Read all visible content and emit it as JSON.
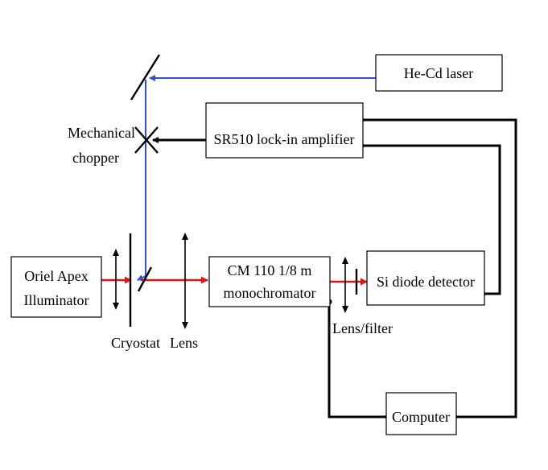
{
  "blocks": {
    "laser": "He-Cd laser",
    "lockin": "SR510 lock-in amplifier",
    "illuminator_l1": "Oriel Apex",
    "illuminator_l2": "Illuminator",
    "mono_l1": "CM 110 1/8 m",
    "mono_l2": "monochromator",
    "detector": "Si diode detector",
    "computer": "Computer"
  },
  "labels": {
    "chopper_l1": "Mechanical",
    "chopper_l2": "chopper",
    "cryostat": "Cryostat",
    "lens": "Lens",
    "lens_filter": "Lens/filter"
  },
  "colors": {
    "laser_beam": "#2e4fd6",
    "light_beam": "#e01515",
    "wires": "#000000"
  }
}
